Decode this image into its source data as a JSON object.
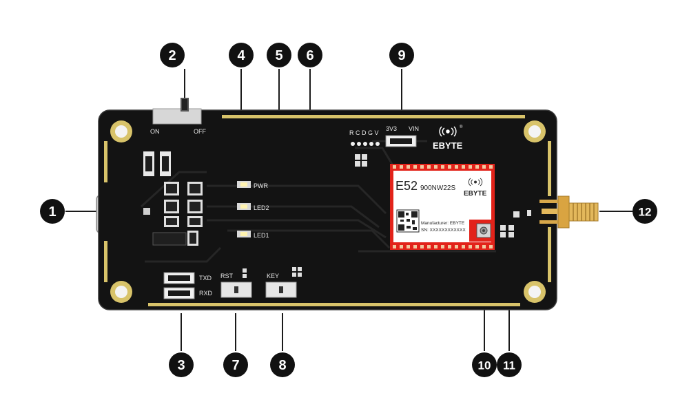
{
  "switch": {
    "on_label": "ON",
    "off_label": "OFF"
  },
  "leds": {
    "pwr": "PWR",
    "led2": "LED2",
    "led1": "LED1"
  },
  "header_pins": {
    "letters": "R C D G V",
    "v3v3": "3V3",
    "vin": "VIN"
  },
  "logo": {
    "brand": "EBYTE",
    "mark": "®"
  },
  "uart": {
    "txd": "TXD",
    "rxd": "RXD"
  },
  "buttons": {
    "rst": "RST",
    "key": "KEY"
  },
  "module": {
    "model_prefix": "E52",
    "model_suffix": "900NW22S",
    "brand": "EBYTE",
    "manufacturer": "Manufacturer: EBYTE",
    "serial": "SN: XXXXXXXXXXXX"
  },
  "callouts": [
    "1",
    "2",
    "3",
    "4",
    "5",
    "6",
    "7",
    "8",
    "9",
    "10",
    "11",
    "12"
  ],
  "colors": {
    "board": "#131313",
    "gold": "#d8c36a",
    "module_red": "#e2231a",
    "callout": "#111111"
  }
}
